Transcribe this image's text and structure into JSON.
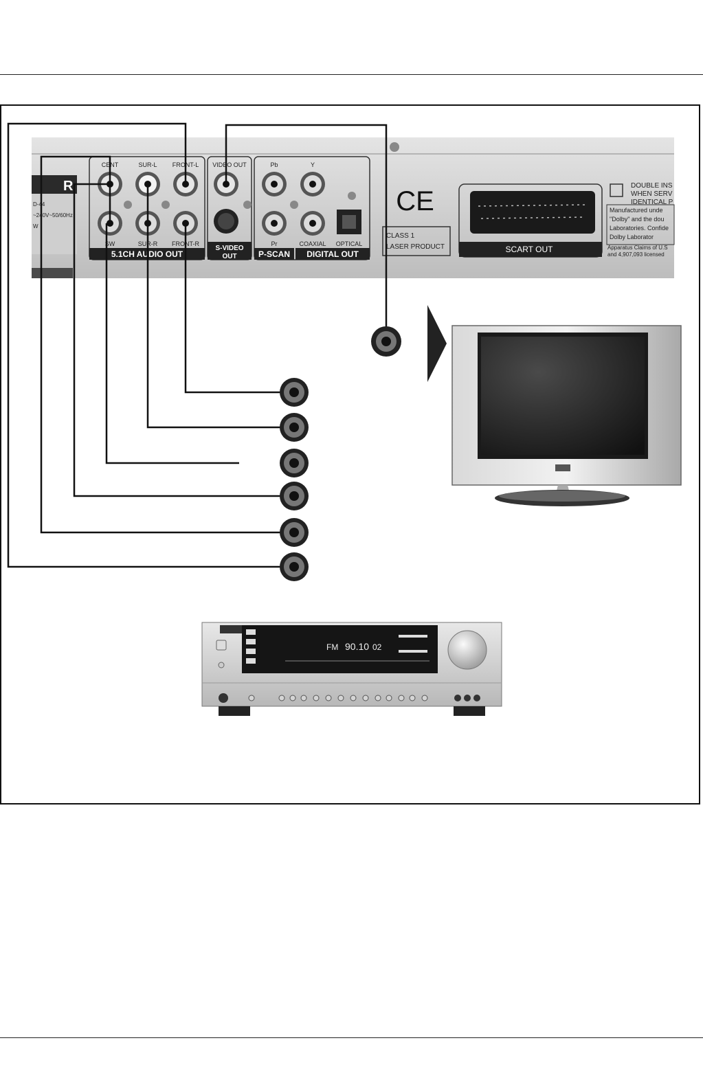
{
  "rear_panel": {
    "model_partial": "R",
    "spec_lines": [
      "D-44",
      "~240V~50/60Hz",
      "W"
    ],
    "audio_jacks": {
      "cent": "CENT",
      "sur_l": "SUR-L",
      "front_l": "FRONT-L",
      "sw": "SW",
      "sur_r": "SUR-R",
      "front_r": "FRONT-R"
    },
    "audio_group_label": "5.1CH AUDIO OUT",
    "video_out": "VIDEO OUT",
    "svideo_label": [
      "S-VIDEO",
      "OUT"
    ],
    "pscan": {
      "pb": "Pb",
      "pr": "Pr",
      "label": "P-SCAN"
    },
    "digital": {
      "y": "Y",
      "coaxial": "COAXIAL",
      "optical": "OPTICAL",
      "label": "DIGITAL OUT"
    },
    "ce_mark": "CE",
    "laser_label": [
      "CLASS  1",
      "LASER  PRODUCT"
    ],
    "scart_label": "SCART OUT",
    "notice_lines": [
      "DOUBLE INS",
      "WHEN SERV",
      "IDENTICAL P"
    ],
    "dolby_lines": [
      "Manufactured unde",
      "\"Dolby\" and the dou",
      "Laboratories. Confide",
      "Dolby  Laborator"
    ],
    "patent_lines": [
      "Apparatus Claims of U.S",
      "and 4,907,093 licensed"
    ]
  },
  "receiver": {
    "display_band": "FM",
    "display_freq": "90.10",
    "display_preset": "02"
  }
}
